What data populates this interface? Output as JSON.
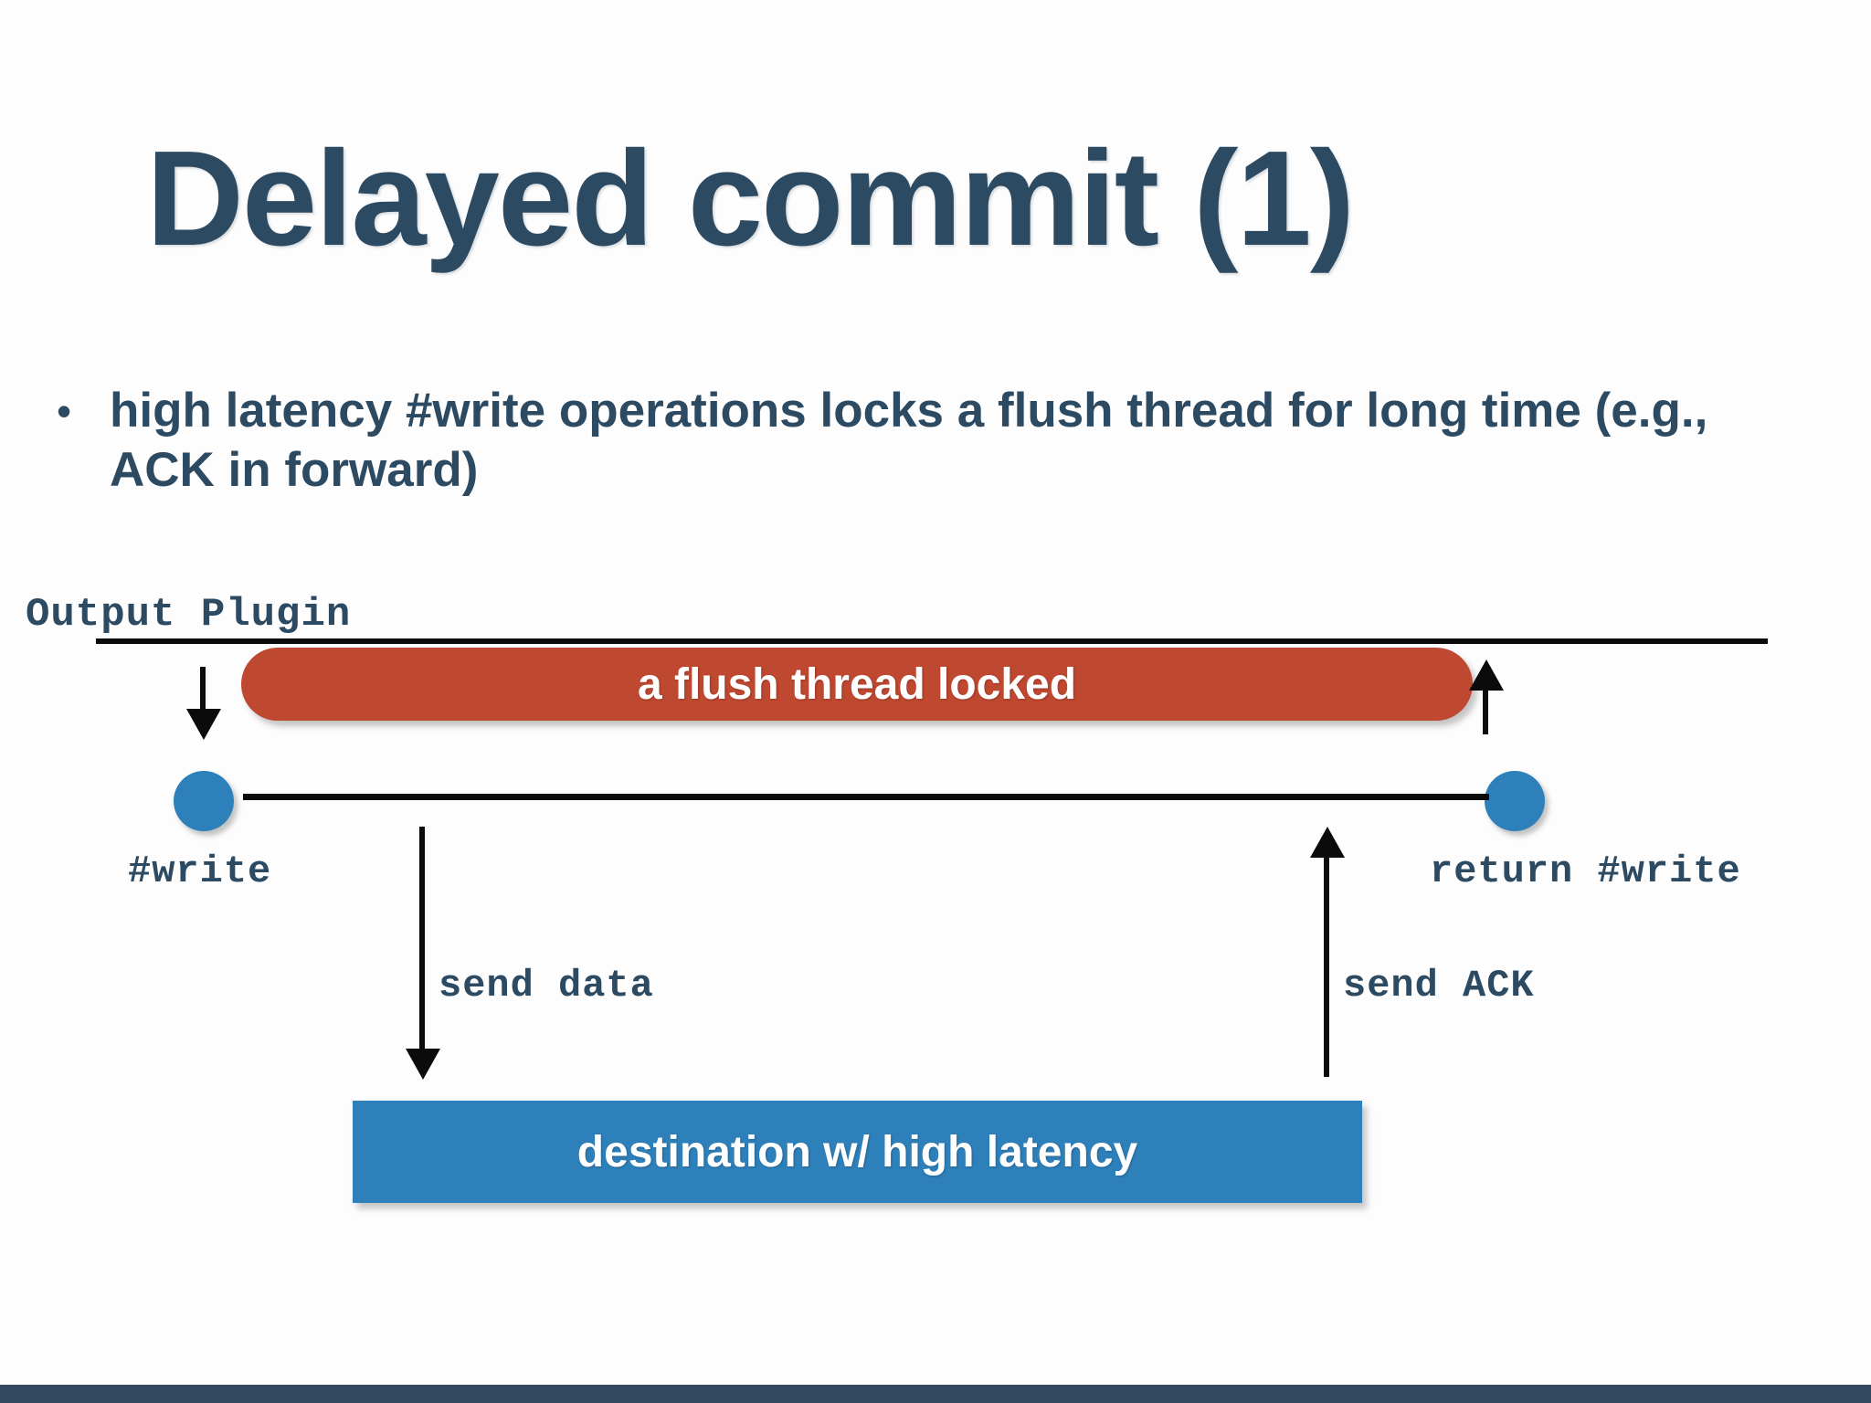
{
  "slide": {
    "title": "Delayed commit (1)",
    "background_color": "#fdfdfd",
    "title_color": "#2d4a63",
    "footer_color": "#31485e"
  },
  "bullets": [
    {
      "marker": "•",
      "text": "high latency #write operations locks a flush thread for long time (e.g., ACK in forward)"
    }
  ],
  "diagram": {
    "lane_label": "Output Plugin",
    "flush_bar": {
      "label": "a flush thread locked",
      "color": "#bf4830",
      "text_color": "#ffffff"
    },
    "destination_bar": {
      "label": "destination w/ high latency",
      "color": "#2e80ba",
      "text_color": "#ffffff"
    },
    "nodes": [
      {
        "id": "write",
        "label": "#write",
        "color": "#2e80ba"
      },
      {
        "id": "return",
        "label": "return #write",
        "color": "#2e80ba"
      }
    ],
    "edges": [
      {
        "id": "send-data",
        "label": "send data",
        "direction": "down"
      },
      {
        "id": "send-ack",
        "label": "send ACK",
        "direction": "up"
      }
    ],
    "line_color": "#0b0b0b"
  }
}
